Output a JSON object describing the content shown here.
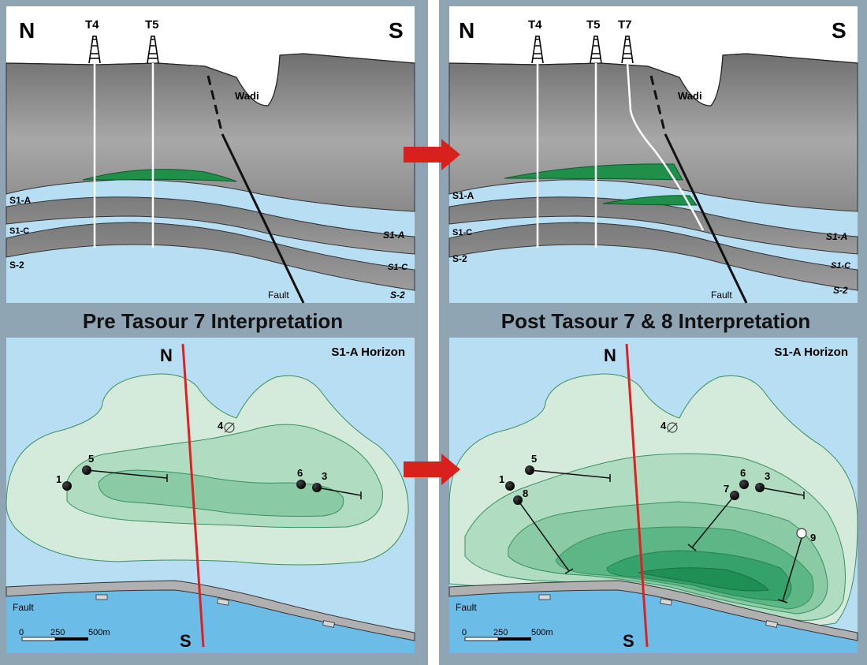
{
  "panels": {
    "pre": {
      "caption": "Pre Tasour 7 Interpretation",
      "section": {
        "north": "N",
        "south": "S",
        "wells": [
          "T4",
          "T5"
        ],
        "wadi": "Wadi",
        "fault": "Fault",
        "left_layers": [
          "S1-A",
          "S1-C",
          "S-2"
        ],
        "right_layers": [
          "S1-A",
          "S1-C",
          "S-2"
        ]
      },
      "map": {
        "horizon": "S1-A Horizon",
        "north": "N",
        "south": "S",
        "fault": "Fault",
        "wells": [
          "1",
          "5",
          "4",
          "6",
          "3"
        ],
        "scale": {
          "zero": "0",
          "mid": "250",
          "end": "500m"
        }
      }
    },
    "post": {
      "caption": "Post Tasour 7 & 8 Interpretation",
      "section": {
        "north": "N",
        "south": "S",
        "wells": [
          "T4",
          "T5",
          "T7"
        ],
        "wadi": "Wadi",
        "fault": "Fault",
        "left_layers": [
          "S1-A",
          "S1-C",
          "S-2"
        ],
        "right_layers": [
          "S1-A",
          "S1-C",
          "S-2"
        ]
      },
      "map": {
        "horizon": "S1-A Horizon",
        "north": "N",
        "south": "S",
        "fault": "Fault",
        "wells": [
          "1",
          "5",
          "8",
          "4",
          "7",
          "6",
          "3",
          "9"
        ],
        "scale": {
          "zero": "0",
          "mid": "250",
          "end": "500m"
        }
      }
    }
  },
  "colors": {
    "frame": "#8fa5b4",
    "water": "#b8def4",
    "rock": "#9a9a9a",
    "oil": "#1f8f4a",
    "contour_1": "#cfe9d8",
    "contour_2": "#a8d8bc",
    "contour_3": "#7cc49c",
    "contour_4": "#52b07e",
    "contour_5": "#2aa064",
    "fault_line": "#e02020",
    "arrow": "#d8201c"
  }
}
